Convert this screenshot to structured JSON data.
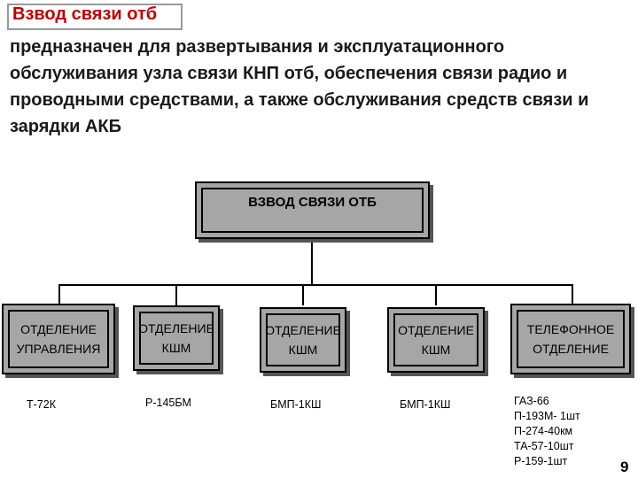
{
  "slide": {
    "title": "Взвод связи отб",
    "description": "предназначен для развертывания и эксплуатационного обслуживания узла связи КНП отб, обеспечения связи радио и проводными средствами, а также обслуживания средств связи и зарядки АКБ",
    "page_number": "9"
  },
  "org_chart": {
    "root": "ВЗВОД СВЯЗИ ОТБ",
    "units": [
      {
        "label": "ОТДЕЛЕНИЕ\nУПРАВЛЕНИЯ",
        "equipment": "Т-72К"
      },
      {
        "label": "ОТДЕЛЕНИЕ\nКШМ",
        "equipment": "Р-145БМ"
      },
      {
        "label": "ОТДЕЛЕНИЕ\nКШМ",
        "equipment": "БМП-1КШ"
      },
      {
        "label": "ОТДЕЛЕНИЕ\nКШМ",
        "equipment": "БМП-1КШ"
      },
      {
        "label": "ТЕЛЕФОННОЕ\nОТДЕЛЕНИЕ",
        "equipment": "ГАЗ-66\nП-193М- 1шт\nП-274-40км\nТА-57-10шт\nР-159-1шт"
      }
    ]
  },
  "colors": {
    "title": "#c00000",
    "box_fill": "#a6a6a6"
  }
}
